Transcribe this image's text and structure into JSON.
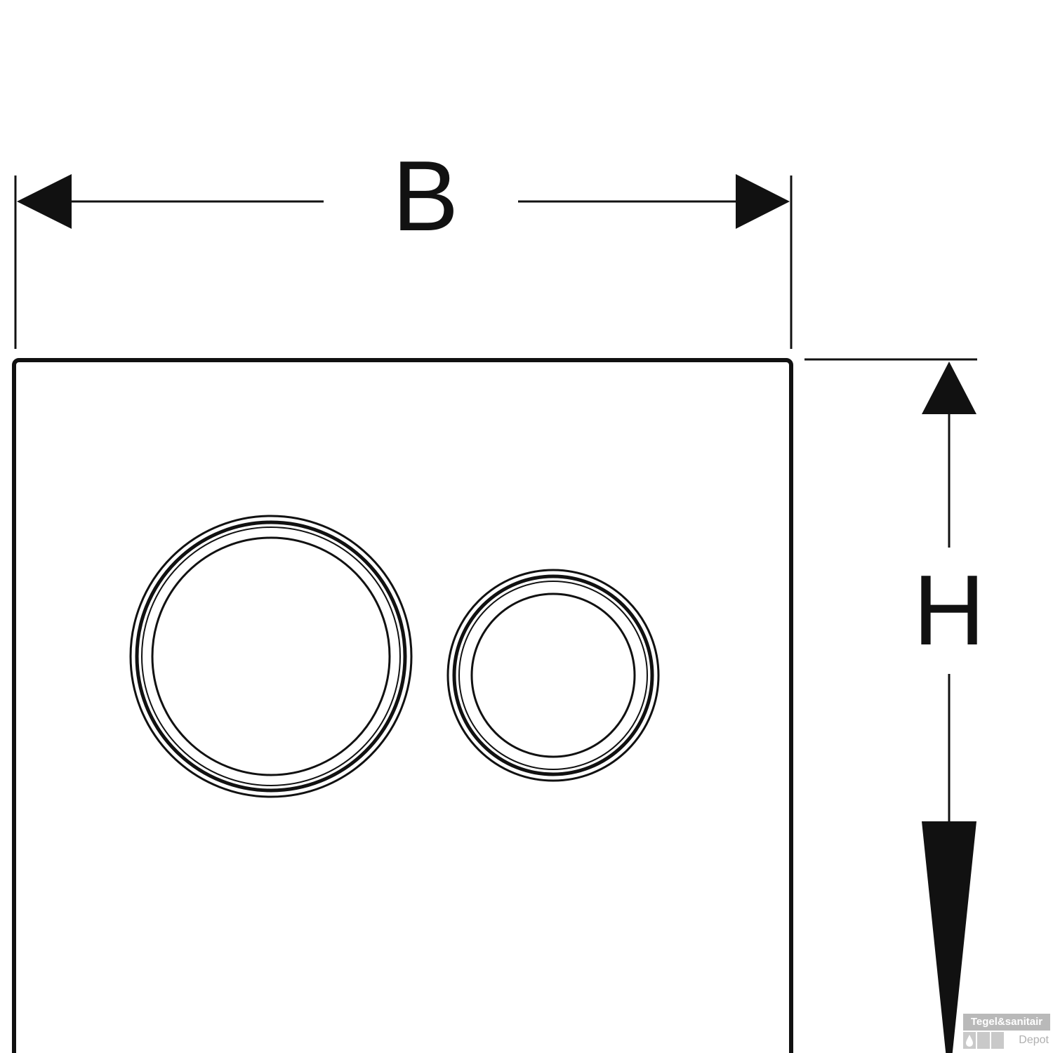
{
  "diagram": {
    "width_label": "B",
    "height_label": "H",
    "line_color": "#111111",
    "background_color": "#ffffff"
  },
  "watermark": {
    "brand": "Tegel&sanitair",
    "sub": "Depot",
    "color": "#b9b9b9"
  }
}
